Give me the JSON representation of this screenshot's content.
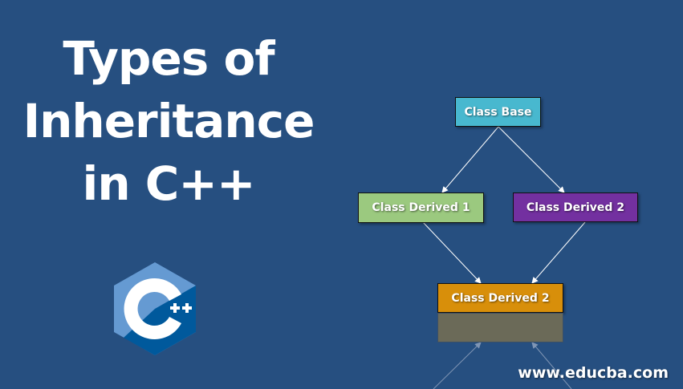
{
  "title": {
    "line1": "Types of",
    "line2": "Inheritance",
    "line3": "in C++"
  },
  "diagram": {
    "nodes": [
      {
        "id": "base",
        "label": "Class Base",
        "color": "#48b8cf"
      },
      {
        "id": "derived1",
        "label": "Class Derived 1",
        "color": "#9bc97f"
      },
      {
        "id": "derived2",
        "label": "Class Derived 2",
        "color": "#7330a0"
      },
      {
        "id": "derived3",
        "label": "Class Derived 2",
        "color": "#d88f0a"
      }
    ],
    "edges": [
      {
        "from": "base",
        "to": "derived1"
      },
      {
        "from": "base",
        "to": "derived2"
      },
      {
        "from": "derived1",
        "to": "derived3"
      },
      {
        "from": "derived2",
        "to": "derived3"
      }
    ]
  },
  "logo": {
    "icon": "cpp-logo-icon",
    "text": "C++"
  },
  "footer": {
    "website": "www.educba.com"
  },
  "colors": {
    "background": "#264f80"
  }
}
